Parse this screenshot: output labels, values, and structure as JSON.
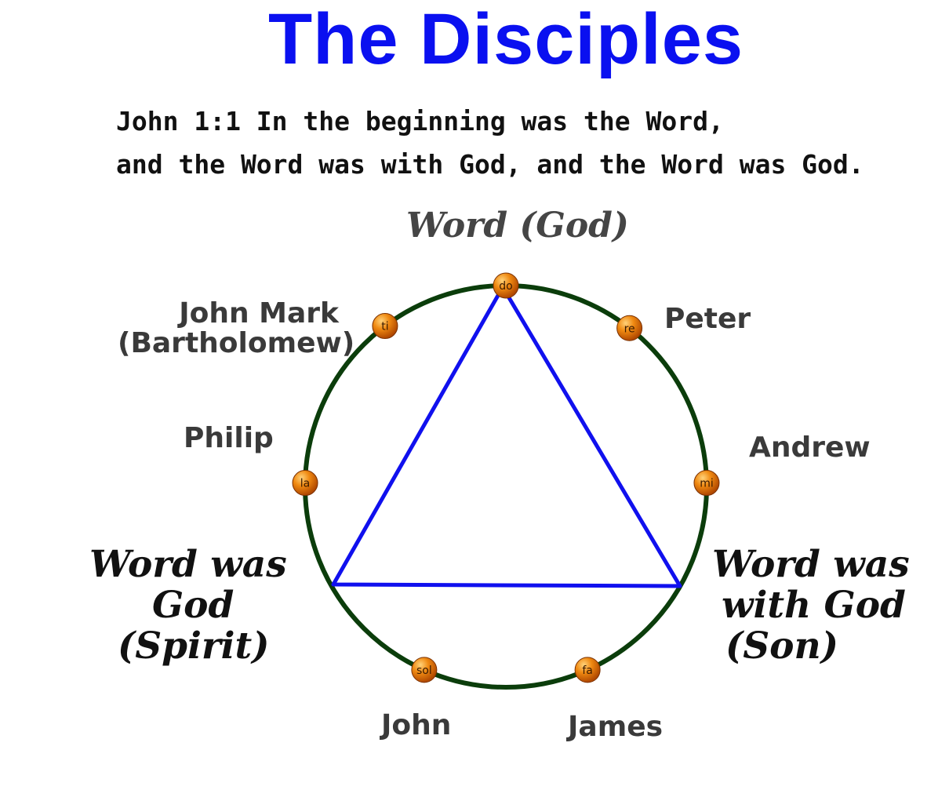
{
  "title": "The Disciples",
  "verse": {
    "line1": "John 1:1 In the beginning was the Word,",
    "line2": "and the Word was with God, and the Word was God."
  },
  "top_label": "Word (God)",
  "left_label": [
    "Word was",
    "God",
    "(Spirit)"
  ],
  "right_label": [
    "Word was",
    "with God",
    "(Son)"
  ],
  "notes": [
    {
      "key": "do",
      "angle": 0
    },
    {
      "key": "re",
      "angle": 38
    },
    {
      "key": "mi",
      "angle": 89
    },
    {
      "key": "fa",
      "angle": 156
    },
    {
      "key": "sol",
      "angle": 204
    },
    {
      "key": "la",
      "angle": 271
    },
    {
      "key": "ti",
      "angle": 323
    }
  ],
  "disciples": {
    "peter": "Peter",
    "andrew": "Andrew",
    "james": "James",
    "john": "John",
    "philip": "Philip",
    "john_mark": [
      "John Mark",
      "(Bartholomew)"
    ]
  },
  "colors": {
    "title": "#0a10f0",
    "circle": "#0b3d0b",
    "triangle": "#1010ee",
    "note_fill": "#e8730a",
    "note_highlight": "#ffc040"
  }
}
